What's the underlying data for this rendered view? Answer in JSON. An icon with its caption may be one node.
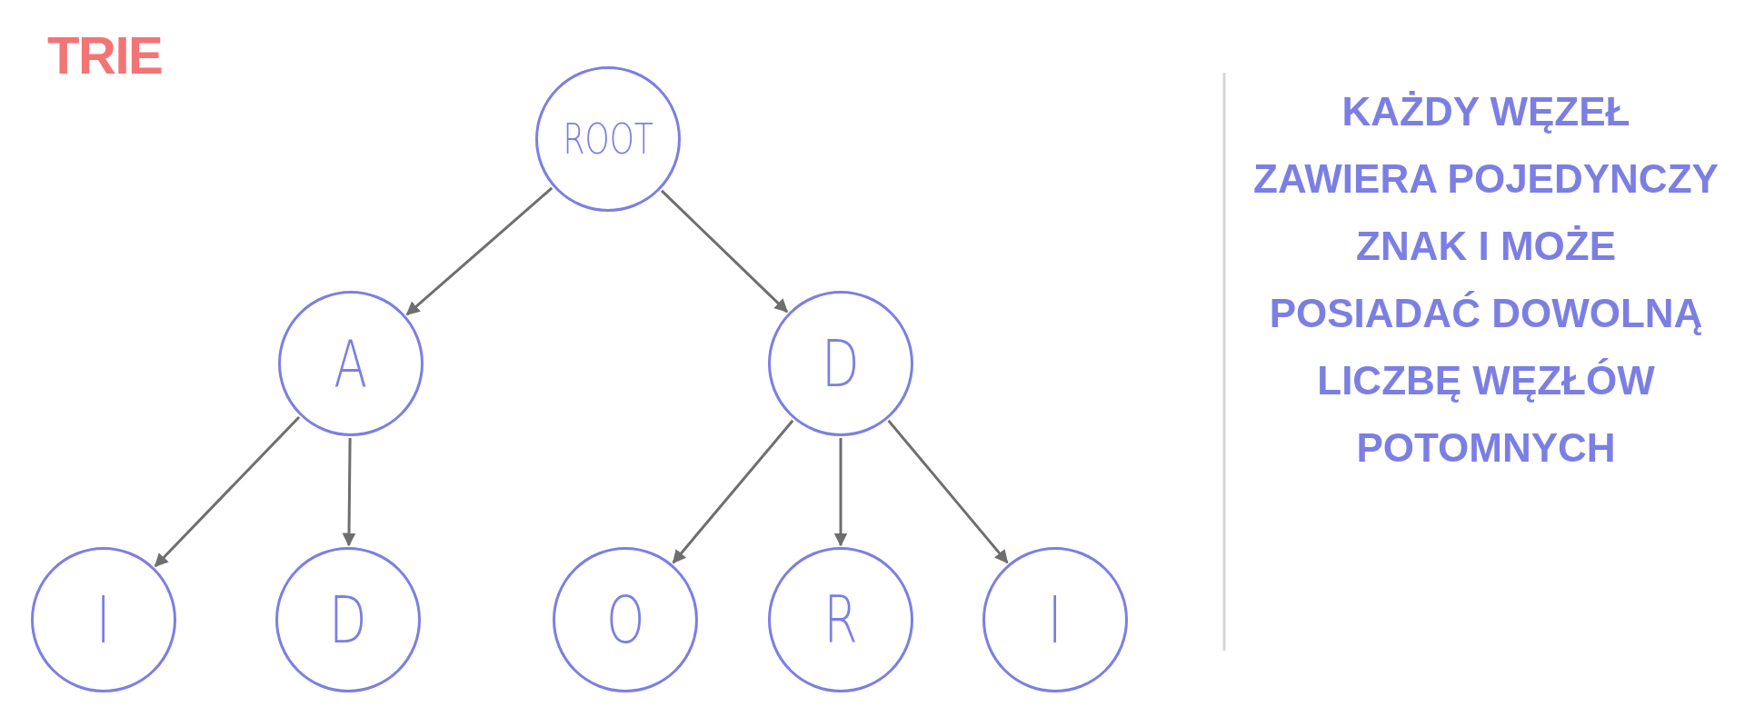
{
  "diagram": {
    "title": "TRIE",
    "nodes": [
      {
        "text": [
          "ROOT"
        ]
      },
      {
        "text": [
          "A"
        ]
      },
      {
        "text": [
          "D"
        ]
      },
      {
        "text": [
          "I"
        ]
      },
      {
        "text": [
          "D"
        ]
      },
      {
        "text": [
          "O"
        ]
      },
      {
        "text": [
          "R"
        ]
      },
      {
        "text": [
          "I"
        ]
      }
    ],
    "edges": [
      {
        "from": 0,
        "to": 1,
        "arrow": "to"
      },
      {
        "from": 0,
        "to": 2,
        "arrow": "to"
      },
      {
        "from": 1,
        "to": 3,
        "arrow": "to"
      },
      {
        "from": 1,
        "to": 4,
        "arrow": "to"
      },
      {
        "from": 2,
        "to": 5,
        "arrow": "to"
      },
      {
        "from": 2,
        "to": 6,
        "arrow": "to"
      },
      {
        "from": 2,
        "to": 7,
        "arrow": "to"
      }
    ],
    "labels": [
      "KAŻDY WĘZEŁ ZAWIERA POJEDYNCZY ZNAK I MOŻE POSIADAĆ DOWOLNĄ LICZBĘ WĘZŁÓW POTOMNYCH"
    ]
  }
}
